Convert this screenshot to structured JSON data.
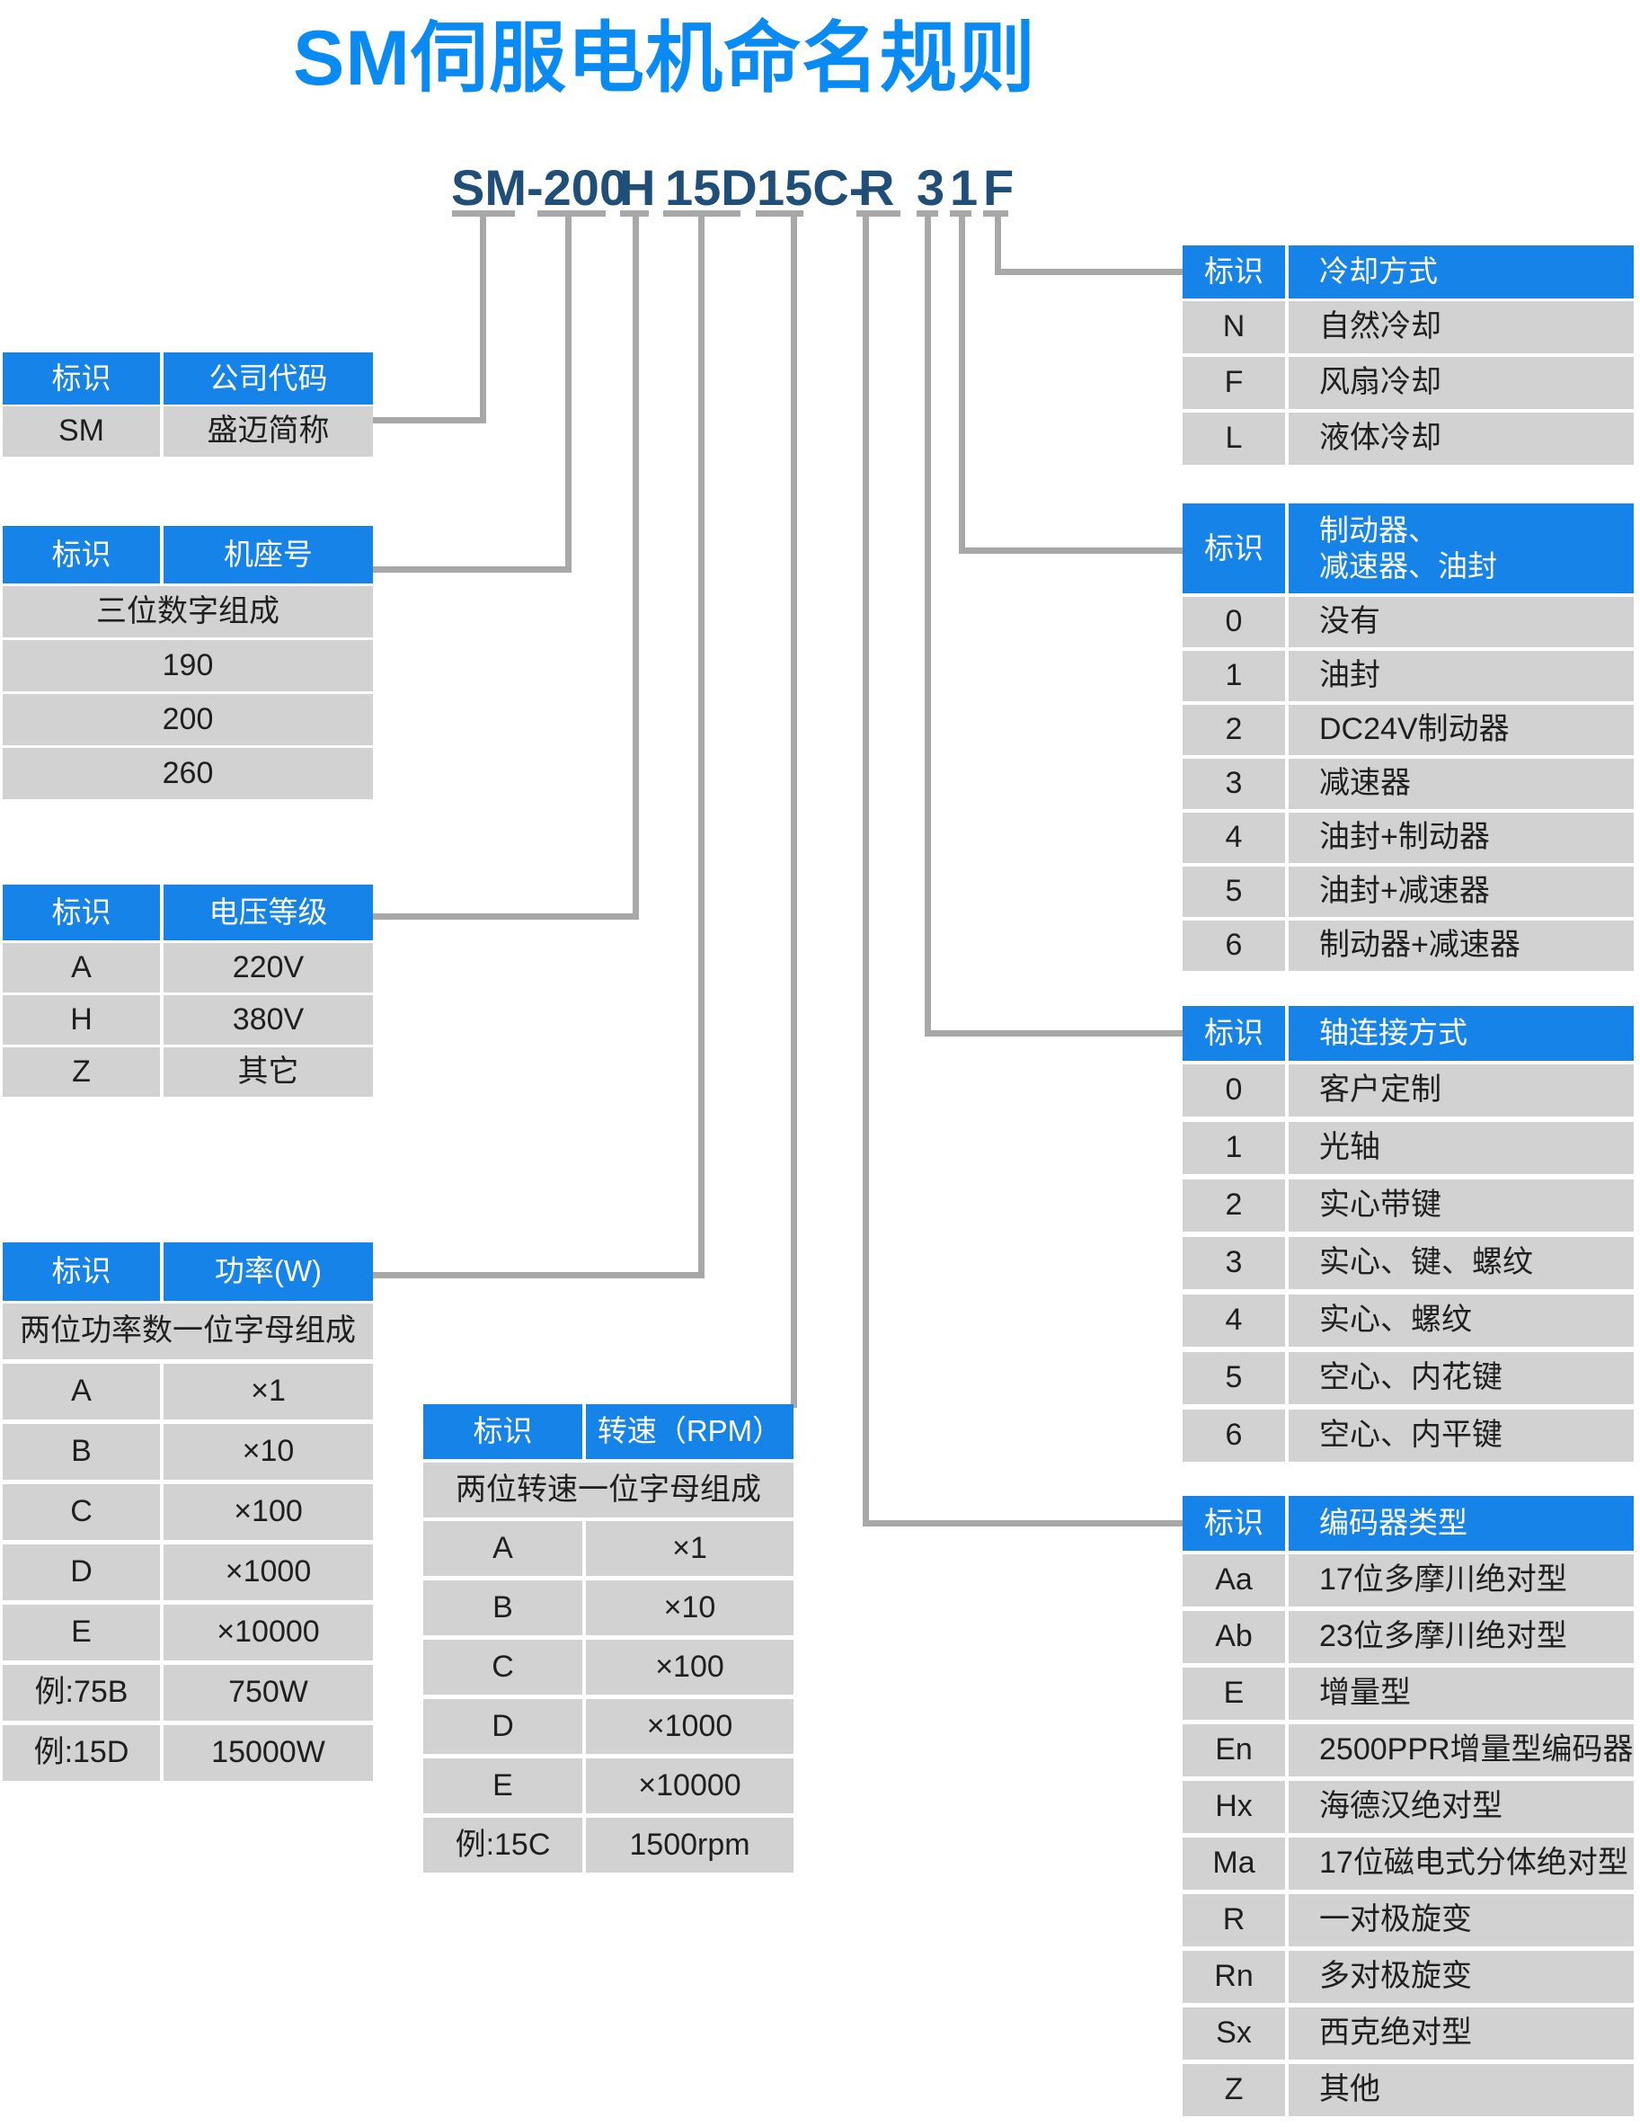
{
  "title": "SM伺服电机命名规则",
  "model_number": {
    "full": "SM-200 H 15D 15C- R 3 1 F",
    "segments": [
      "SM-200",
      "H",
      "15D",
      "15C-",
      "R",
      "3",
      "1",
      "F"
    ]
  },
  "colors": {
    "title_blue": "#0a8bf4",
    "header_blue": "#1583e8",
    "model_navy": "#1f4e79",
    "cell_gray": "#d2d2d2",
    "line_gray": "#a8a8a8"
  },
  "tables": {
    "company": {
      "header": [
        "标识",
        "公司代码"
      ],
      "rows": [
        [
          "SM",
          "盛迈简称"
        ]
      ]
    },
    "frame": {
      "header": [
        "标识",
        "机座号"
      ],
      "rows": [
        [
          "三位数字组成"
        ],
        [
          "190"
        ],
        [
          "200"
        ],
        [
          "260"
        ]
      ]
    },
    "voltage": {
      "header": [
        "标识",
        "电压等级"
      ],
      "rows": [
        [
          "A",
          "220V"
        ],
        [
          "H",
          "380V"
        ],
        [
          "Z",
          "其它"
        ]
      ]
    },
    "power": {
      "header": [
        "标识",
        "功率(W)"
      ],
      "rows": [
        [
          "两位功率数一位字母组成"
        ],
        [
          "A",
          "×1"
        ],
        [
          "B",
          "×10"
        ],
        [
          "C",
          "×100"
        ],
        [
          "D",
          "×1000"
        ],
        [
          "E",
          "×10000"
        ],
        [
          "例:75B",
          "750W"
        ],
        [
          "例:15D",
          "15000W"
        ]
      ]
    },
    "speed": {
      "header": [
        "标识",
        "转速（RPM）"
      ],
      "rows": [
        [
          "两位转速一位字母组成"
        ],
        [
          "A",
          "×1"
        ],
        [
          "B",
          "×10"
        ],
        [
          "C",
          "×100"
        ],
        [
          "D",
          "×1000"
        ],
        [
          "E",
          "×10000"
        ],
        [
          "例:15C",
          "1500rpm"
        ]
      ]
    },
    "cooling": {
      "header": [
        "标识",
        "冷却方式"
      ],
      "rows": [
        [
          "N",
          "自然冷却"
        ],
        [
          "F",
          "风扇冷却"
        ],
        [
          "L",
          "液体冷却"
        ]
      ]
    },
    "brake": {
      "header": [
        "标识",
        "制动器、\n减速器、油封"
      ],
      "rows": [
        [
          "0",
          "没有"
        ],
        [
          "1",
          "油封"
        ],
        [
          "2",
          "DC24V制动器"
        ],
        [
          "3",
          "减速器"
        ],
        [
          "4",
          "油封+制动器"
        ],
        [
          "5",
          "油封+减速器"
        ],
        [
          "6",
          "制动器+减速器"
        ]
      ]
    },
    "shaft": {
      "header": [
        "标识",
        "轴连接方式"
      ],
      "rows": [
        [
          "0",
          "客户定制"
        ],
        [
          "1",
          "光轴"
        ],
        [
          "2",
          "实心带键"
        ],
        [
          "3",
          "实心、键、螺纹"
        ],
        [
          "4",
          "实心、螺纹"
        ],
        [
          "5",
          "空心、内花键"
        ],
        [
          "6",
          "空心、内平键"
        ]
      ]
    },
    "encoder": {
      "header": [
        "标识",
        "编码器类型"
      ],
      "rows": [
        [
          "Aa",
          "17位多摩川绝对型"
        ],
        [
          "Ab",
          "23位多摩川绝对型"
        ],
        [
          "E",
          "增量型"
        ],
        [
          "En",
          "2500PPR增量型编码器"
        ],
        [
          "Hx",
          "海德汉绝对型"
        ],
        [
          "Ma",
          "17位磁电式分体绝对型"
        ],
        [
          "R",
          "一对极旋变"
        ],
        [
          "Rn",
          "多对极旋变"
        ],
        [
          "Sx",
          "西克绝对型"
        ],
        [
          "Z",
          "其他"
        ]
      ]
    }
  }
}
